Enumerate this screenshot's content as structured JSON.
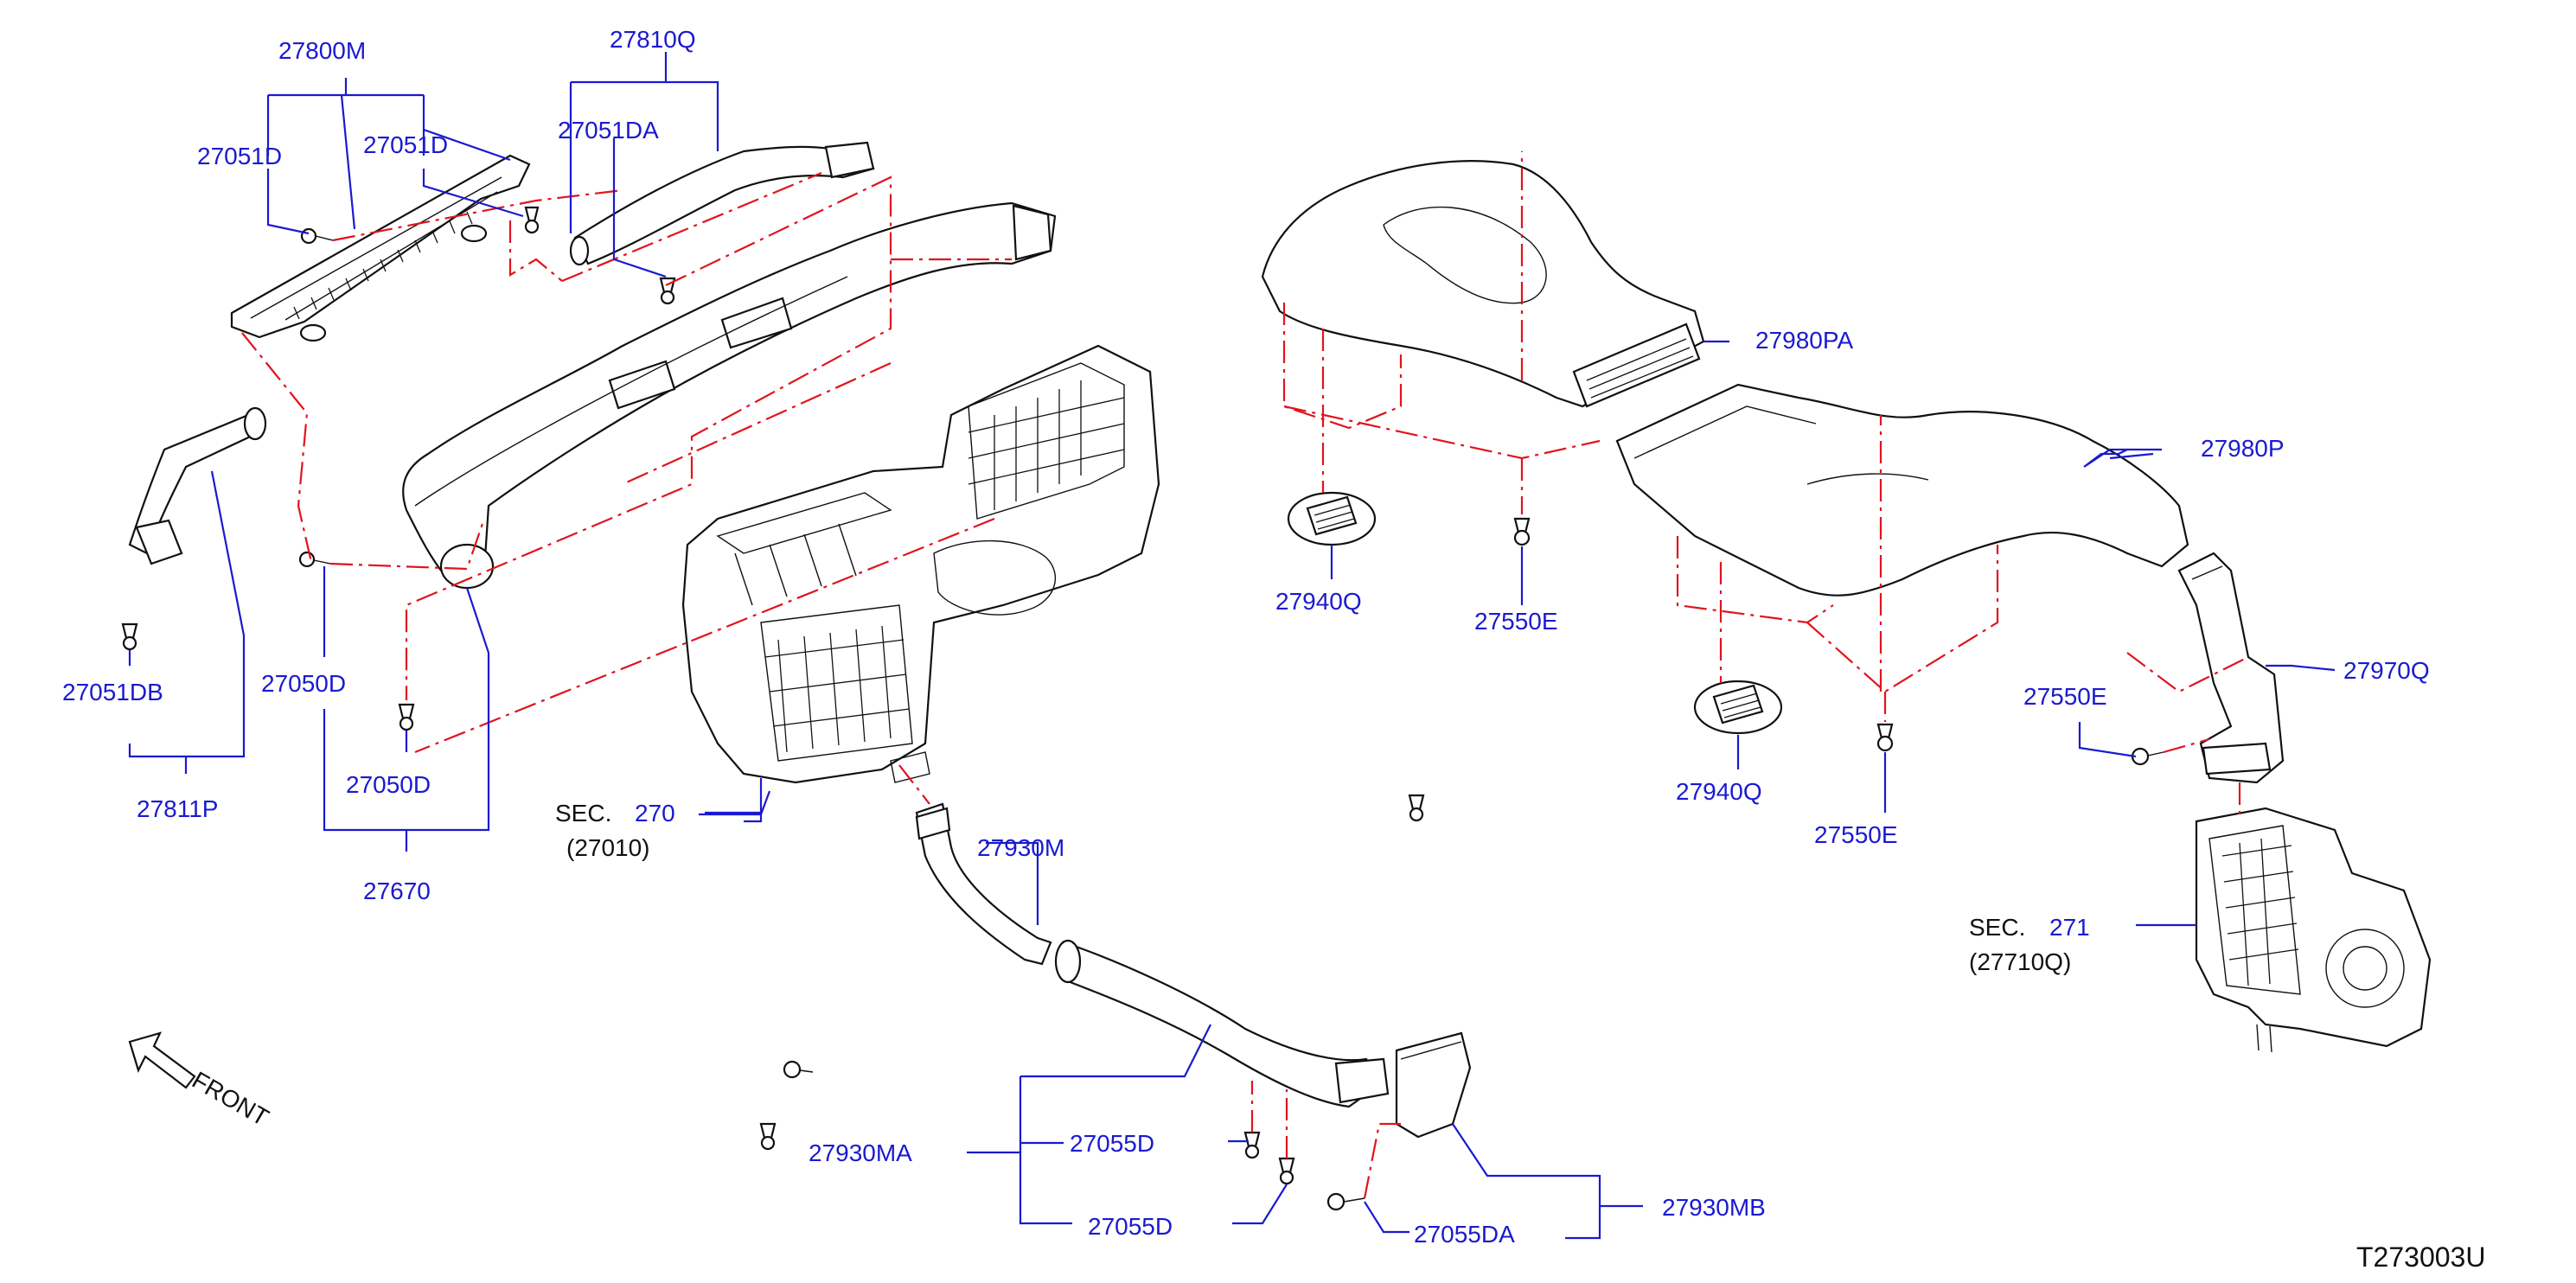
{
  "diagram_id": "T273003U",
  "front_label": "FRONT",
  "sec_prefix": "SEC.",
  "sec_refs": [
    {
      "number": "270",
      "sub": "(27010)"
    },
    {
      "number": "271",
      "sub": "(27710Q)"
    }
  ],
  "part_labels": [
    "27800M",
    "27051D",
    "27051D",
    "27810Q",
    "27051DA",
    "27051DB",
    "27811P",
    "27050D",
    "27050D",
    "27670",
    "27930M",
    "27930MA",
    "27055D",
    "27055D",
    "27055DA",
    "27930MB",
    "27980PA",
    "27980P",
    "27940Q",
    "27550E",
    "27940Q",
    "27550E",
    "27550E",
    "27970Q"
  ],
  "colors": {
    "part_number": "#1a1ad0",
    "phantom_line": "#e0141e",
    "outline": "#111111"
  }
}
